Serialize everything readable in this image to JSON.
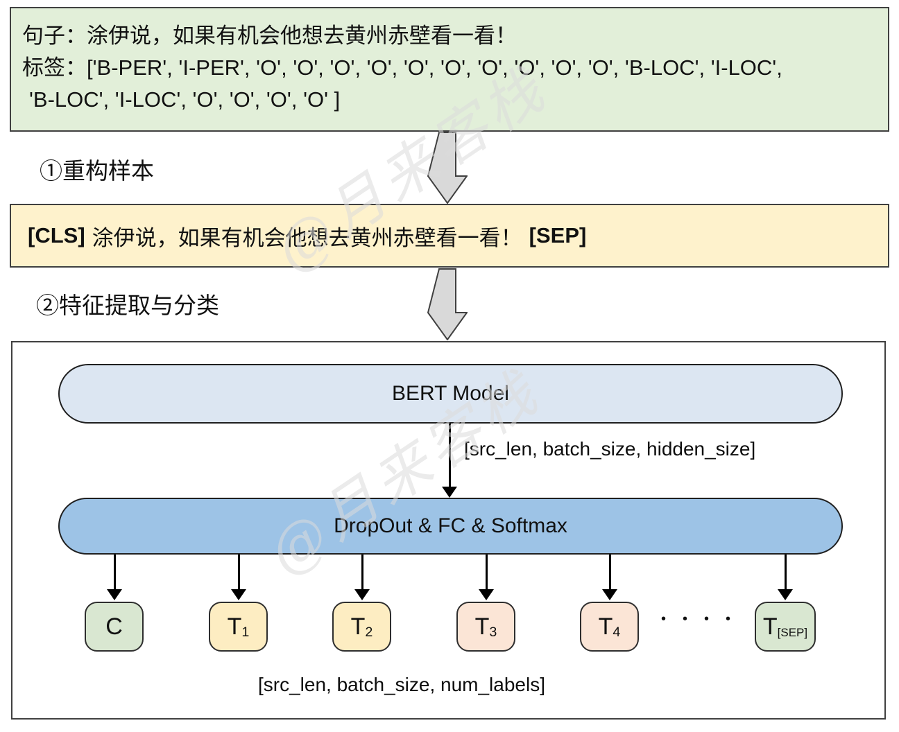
{
  "watermark": {
    "text": "@月来客栈",
    "color": "#dcdcdc"
  },
  "sample_box": {
    "bg": "#e2efd9",
    "sentence_line": "句子：涂伊说，如果有机会他想去黄州赤壁看一看！",
    "labels_line1": "标签：['B-PER', 'I-PER', 'O', 'O', 'O', 'O', 'O', 'O', 'O', 'O', 'O', 'O', 'B-LOC', 'I-LOC',",
    "labels_line2": "'B-LOC', 'I-LOC', 'O', 'O', 'O', 'O' ]"
  },
  "steps": {
    "step1": "①重构样本",
    "step2": "②特征提取与分类"
  },
  "cls_box": {
    "bg": "#fef2cc",
    "cls_tag": "[CLS]",
    "sentence": "涂伊说，如果有机会他想去黄州赤壁看一看！",
    "sep_tag": "[SEP]"
  },
  "model": {
    "bert_label": "BERT Model",
    "bert_bg": "#dce6f2",
    "hidden_shape": "[src_len, batch_size, hidden_size]",
    "dropout_label": "DropOut & FC & Softmax",
    "dropout_bg": "#9dc3e6",
    "ellipsis": "••••",
    "output_shape": "[src_len, batch_size, num_labels]",
    "arrow_fill": "#d9d9d9"
  },
  "tokens": [
    {
      "main": "C",
      "sub": "",
      "color": "#d9e7d1"
    },
    {
      "main": "T",
      "sub": "1",
      "color": "#fdedc2"
    },
    {
      "main": "T",
      "sub": "2",
      "color": "#fdedc2"
    },
    {
      "main": "T",
      "sub": "3",
      "color": "#fbe5d6"
    },
    {
      "main": "T",
      "sub": "4",
      "color": "#fbe5d6"
    },
    {
      "main": "T",
      "sub": "[SEP]",
      "color": "#d9e7d1"
    }
  ]
}
